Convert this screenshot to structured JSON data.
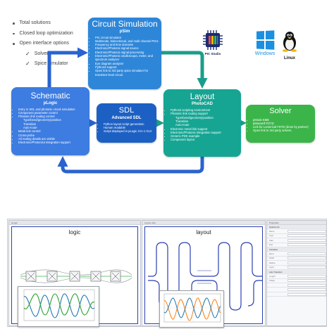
{
  "intro": {
    "bullets": [
      "Total solutions",
      "Closed loop optimization",
      "Open interface options"
    ],
    "checks": [
      "Solver",
      "Spice simulator"
    ],
    "check_icon": "check-mark"
  },
  "circuit": {
    "title": "Circuit Simulation",
    "subtitle": "pSim",
    "items": [
      "PIC circuit simulator",
      "Multimode, bidirectional, and multi-channel PICs",
      "Frequency and time domains",
      "Electronic/Photonic signal source",
      "Electronic/Photonic signal processing",
      "Electronic/Photonic oscilloscope, meter, and spectrum analyzer",
      "Eye diagram analyzer",
      "Python3 support",
      "Open link to 3rd party spice simulator for transistor-level circuit"
    ]
  },
  "schematic": {
    "title": "Schematic",
    "subtitle": "pLogic",
    "items": [
      {
        "t": "Entry in SDL and photonic circuit simulation",
        "i": false
      },
      {
        "t": "Component parameter control",
        "i": false
      },
      {
        "t": "Photonic link routing control",
        "i": false
      },
      {
        "t": "Type/bend/geometry/position",
        "i": true
      },
      {
        "t": "Transition",
        "i": true
      },
      {
        "t": "Auto-route",
        "i": true
      },
      {
        "t": "Metal link control",
        "i": false
      },
      {
        "t": "Cross-probe",
        "i": false
      },
      {
        "t": "All routing details are visible",
        "i": false
      },
      {
        "t": "Electronic/Photonics integration support",
        "i": false
      }
    ]
  },
  "sdl": {
    "title": "SDL",
    "subtitle": "Advanced SDL",
    "items": [
      "Python layout script generation",
      "Human readable",
      "Script displayed in pLogic 3-in-1 GUI"
    ]
  },
  "layout": {
    "title": "Layout",
    "subtitle": "PhotoCAD",
    "items": [
      {
        "t": "Python3 scripting environment",
        "i": false
      },
      {
        "t": "Photonic link routing support",
        "i": false
      },
      {
        "t": "Type/bend/geometry/position",
        "i": true
      },
      {
        "t": "Transition",
        "i": true
      },
      {
        "t": "Auto-route",
        "i": true
      },
      {
        "t": "Electronic metal link support",
        "i": false
      },
      {
        "t": "Electronic/Photonic integration support",
        "i": false
      },
      {
        "t": "Generic PDK example",
        "i": false
      },
      {
        "t": "Component layout",
        "i": false
      }
    ]
  },
  "solver": {
    "title": "Solver",
    "items": [
      "pMode EME",
      "pMaxwell FDTD",
      "Link for Lumerical FDTD (done by partner)",
      "Open link to 3rd party solvers"
    ]
  },
  "logos": {
    "picstudio": "PIC Studio",
    "windows": "Windows",
    "linux": "Linux"
  },
  "screens": {
    "logic_tab": "pLogic",
    "layout_tab": "Layout view",
    "logic_label": "logic",
    "layout_label": "layout",
    "props": {
      "sections": [
        "Properties",
        "Optical Link",
        "Transition",
        "Auto Transition"
      ],
      "fields": [
        "Name",
        "Type",
        "Start",
        "End",
        "Bend",
        "Width",
        "Radius",
        "Layer",
        "Length",
        "Shape"
      ]
    }
  },
  "colors": {
    "circuit": "#2e86d8",
    "schematic": "#3d7ce0",
    "sdl": "#1d60c4",
    "layout": "#16a593",
    "solver": "#3bb54a",
    "outline": "#2a3fb0"
  }
}
